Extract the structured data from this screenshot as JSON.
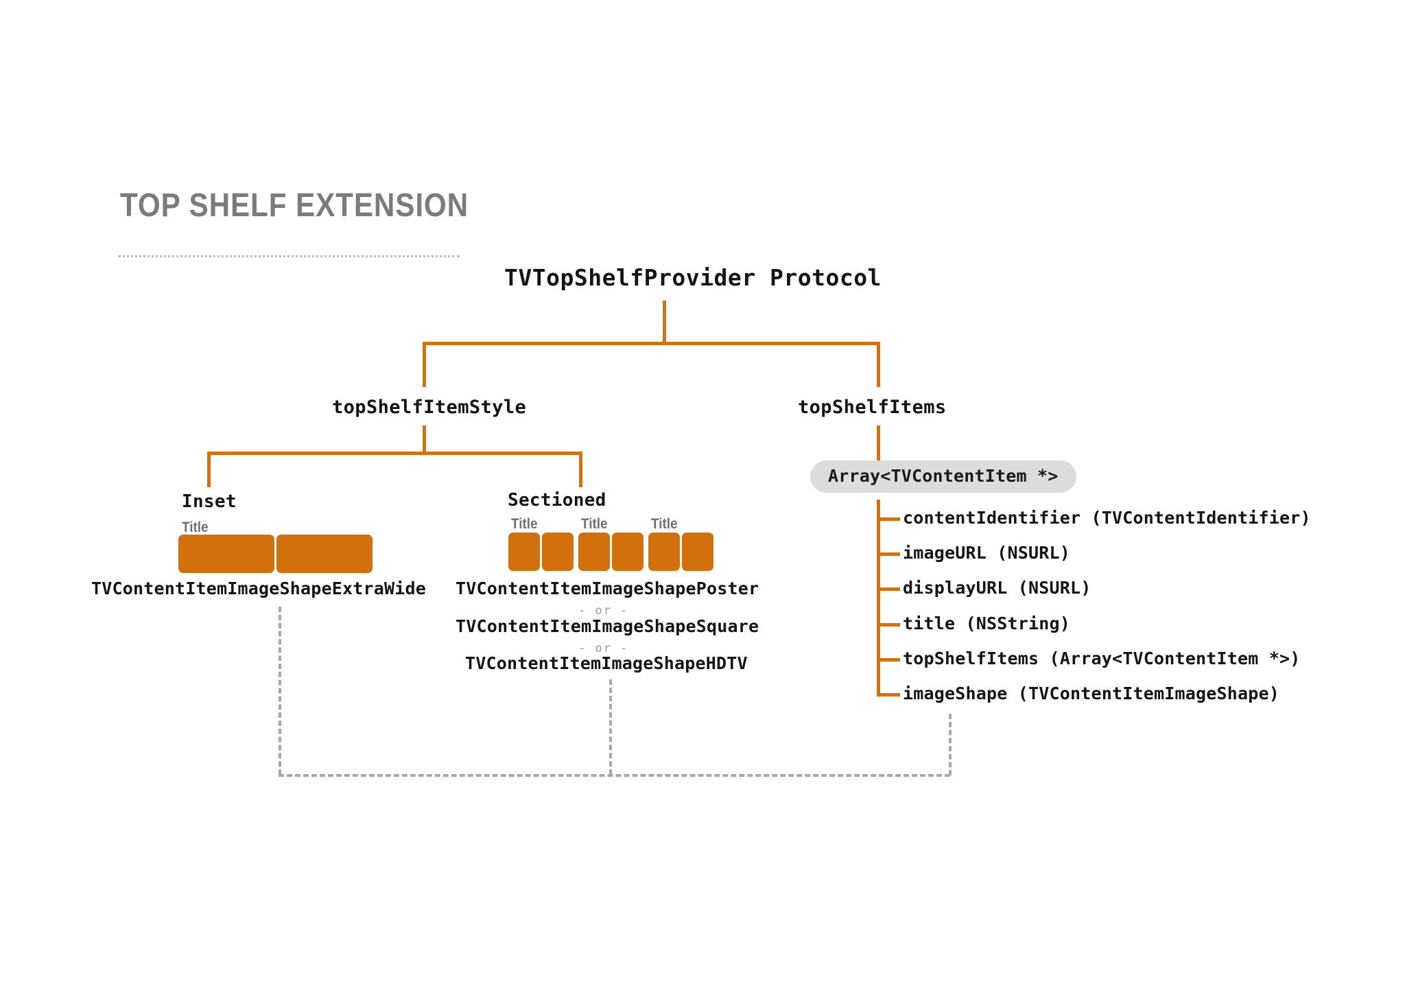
{
  "slide": {
    "title": "TOP SHELF EXTENSION"
  },
  "diagram": {
    "type": "tree",
    "root": {
      "label": "TVTopShelfProvider Protocol"
    },
    "branches": [
      {
        "label": "topShelfItemStyle"
      },
      {
        "label": "topShelfItems"
      }
    ],
    "styles": [
      {
        "name": "Inset",
        "tile_label": "Title",
        "tile_count": 2,
        "tile_kind": "extra-wide",
        "constants": [
          "TVContentItemImageShapeExtraWide"
        ]
      },
      {
        "name": "Sectioned",
        "tile_label": "Title",
        "groups": 3,
        "tiles_per_group": 2,
        "tile_kind": "square",
        "constants": [
          "TVContentItemImageShapePoster",
          "TVContentItemImageShapeSquare",
          "TVContentItemImageShapeHDTV"
        ],
        "separator": "- or -"
      }
    ],
    "items_container": {
      "label": "Array<TVContentItem *>"
    },
    "properties": [
      "contentIdentifier (TVContentIdentifier)",
      "imageURL (NSURL)",
      "displayURL (NSURL)",
      "title (NSString)",
      "topShelfItems (Array<TVContentItem *>)",
      "imageShape (TVContentItemImageShape)"
    ],
    "section_titles": {
      "inset": "Inset",
      "sectioned": "Sectioned"
    },
    "tile_labels": {
      "inset": "Title",
      "sectioned_a": "Title",
      "sectioned_b": "Title",
      "sectioned_c": "Title"
    },
    "colors": {
      "accent": "#d2700e",
      "connector": "#d4700f",
      "dashed": "#a8a8ac",
      "pill_bg": "#dcdcdc",
      "title_gray": "#7b7b7b",
      "text": "#141414"
    }
  }
}
